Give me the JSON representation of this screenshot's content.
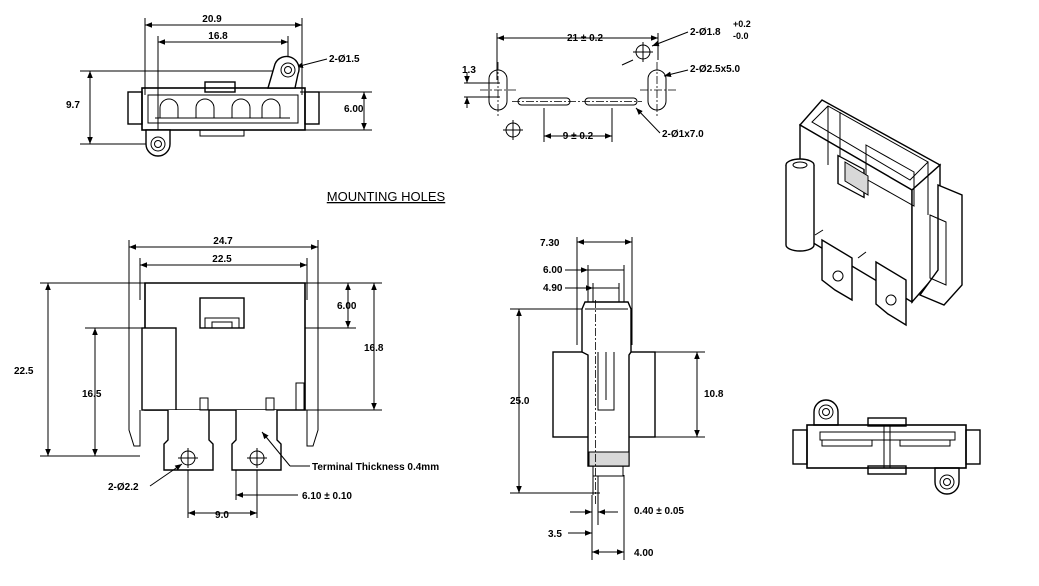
{
  "title": "MOUNTING HOLES",
  "top_view": {
    "dims": {
      "overall_width": "20.9",
      "hole_pitch": "16.8",
      "hole_callout": "2-Ø1.5",
      "height": "9.7",
      "body_height": "6.00"
    }
  },
  "mounting_holes": {
    "dims": {
      "pitch": "21 ± 0.2",
      "round_hole": "2-Ø1.8",
      "round_tol_plus": "+0.2",
      "round_tol_minus": "-0.0",
      "oval_hole": "2-Ø2.5x5.0",
      "oval_height": "1.3",
      "slot_pitch": "9 ± 0.2",
      "slot": "2-Ø1x7.0"
    }
  },
  "front_view": {
    "dims": {
      "outer_width": "24.7",
      "inner_width": "22.5",
      "depth": "6.00",
      "height_body": "16.8",
      "overall_height": "22.5",
      "left_height": "16.5",
      "terminal_hole": "2-Ø2.2",
      "terminal_pitch": "9.0",
      "terminal_offset": "6.10 ± 0.10",
      "terminal_note": "Terminal Thickness 0.4mm"
    }
  },
  "side_view": {
    "dims": {
      "w1": "7.30",
      "w2": "6.00",
      "w3": "4.90",
      "height": "25.0",
      "flange": "10.8",
      "pin_thickness": "0.40 ± 0.05",
      "pin_offset": "3.5",
      "pin_width": "4.00"
    }
  }
}
